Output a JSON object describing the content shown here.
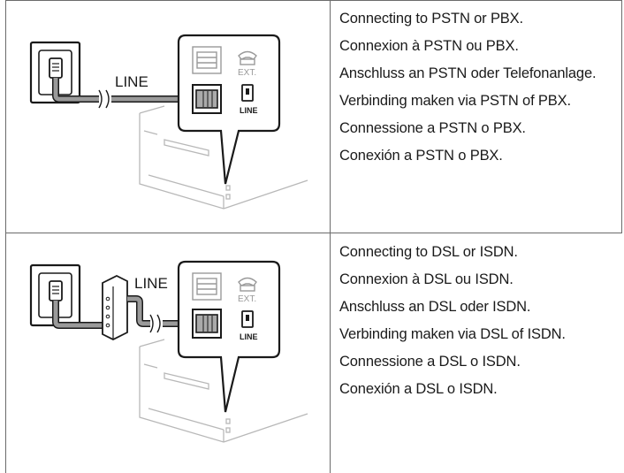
{
  "rows": [
    {
      "label_line": "LINE",
      "label_port": "LINE",
      "label_ext": "EXT.",
      "lines": [
        "Connecting to PSTN or PBX.",
        "Connexion à PSTN ou PBX.",
        "Anschluss an PSTN oder Telefonanlage.",
        "Verbinding maken via PSTN of PBX.",
        "Connessione a PSTN o PBX.",
        "Conexión a PSTN o PBX."
      ]
    },
    {
      "label_line": "LINE",
      "label_port": "LINE",
      "label_ext": "EXT.",
      "lines": [
        "Connecting to DSL or ISDN.",
        "Connexion à DSL ou ISDN.",
        "Anschluss an DSL oder ISDN.",
        "Verbinding maken via DSL of ISDN.",
        "Connessione a DSL o ISDN.",
        "Conexión a DSL o ISDN."
      ]
    }
  ]
}
